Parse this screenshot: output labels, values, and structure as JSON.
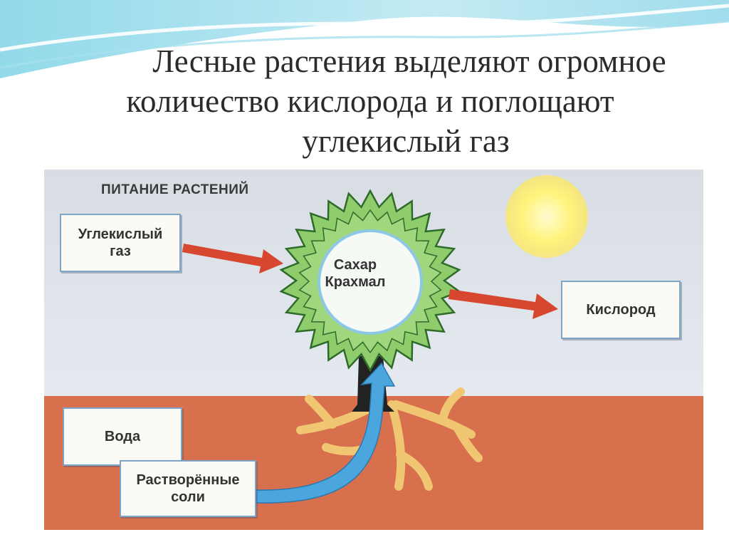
{
  "slide": {
    "title_lines": [
      "Лесные растения выделяют огромное",
      "количество кислорода и поглощают",
      "углекислый газ"
    ]
  },
  "diagram": {
    "title": "ПИТАНИЕ РАСТЕНИЙ",
    "carbon_dioxide": [
      "Углекислый",
      "газ"
    ],
    "center": [
      "Сахар",
      "Крахмал"
    ],
    "oxygen": "Кислород",
    "water": "Вода",
    "salts": [
      "Растворённые",
      "соли"
    ]
  },
  "colors": {
    "sky": "#dde5ec",
    "soil": "#d8704e",
    "crown_green": "#8fcc6c",
    "red_arrow": "#d7472f",
    "blue_arrow": "#4aa6dc",
    "sun": "#fff07a"
  }
}
